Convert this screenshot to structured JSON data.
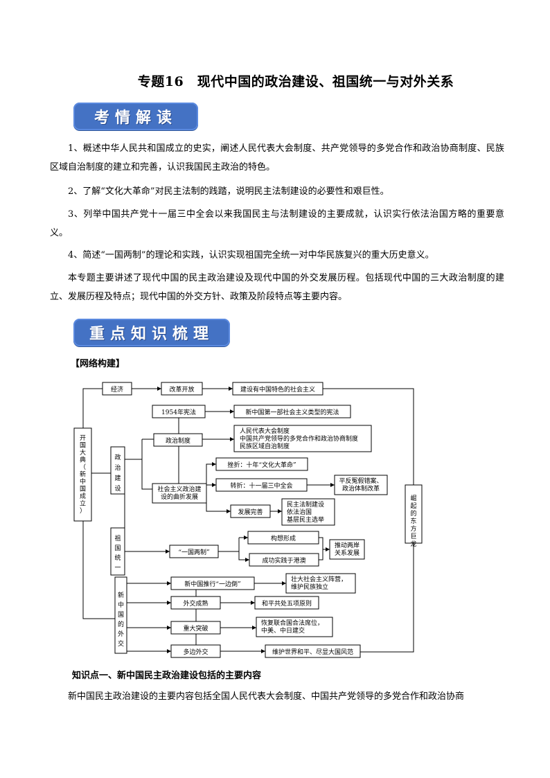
{
  "title": "专题16　现代中国的政治建设、祖国统一与对外关系",
  "banner1": "考情解读",
  "banner2": "重点知识梳理",
  "paragraphs": [
    "1、概述中华人民共和国成立的史实，阐述人民代表大会制度、共产党领导的多党合作和政治协商制度、民族区域自治制度的建立和完善，认识我国民主政治的特色。",
    "2、了解“文化大革命”对民主法制的践踏，说明民主法制建设的必要性和艰巨性。",
    "3、列举中国共产党十一届三中全会以来我国民主与法制建设的主要成就，认识实行依法治国方略的重要意义。",
    "4、简述“一国两制”的理论和实践，认识实现祖国完全统一对中华民族复兴的重大历史意义。",
    "本专题主要讲述了现代中国的民主政治建设及现代中国的外交发展历程。包括现代中国的三大政治制度的建立、发展历程及特点；现代中国的外交方针、政策及阶段特点等主要内容。"
  ],
  "network_label": "【网络构建】",
  "diagram": {
    "left": "开国大典（新中国成立）",
    "right": "崛起的东方巨龙",
    "economy": "经济",
    "reform": "改革开放",
    "socialism": "建设有中国特色的社会主义",
    "politics": "政治建设",
    "constitution": "1954年宪法",
    "constitution_desc": "新中国第一部社会主义类型的宪法",
    "system": "政治制度",
    "system_desc": [
      "人民代表大会制度",
      "中国共产党领导的多党合作和政治协商制度",
      "民族区域自治制度"
    ],
    "twists": [
      "社会主义政治建",
      "设的曲折发展"
    ],
    "setback": "挫折：十年“文化大革命”",
    "turn": "转折：十一届三中全会",
    "turn_desc": [
      "平反冤假错案、",
      "政治体制改革"
    ],
    "develop": "发展完善",
    "develop_desc": [
      "民主法制建设",
      "依法治国",
      "基层民主选举"
    ],
    "reunify": "祖国统一",
    "one_country": "“一国两制”",
    "conceive": "构想形成",
    "practice": "成功实践于港澳",
    "cross_strait": [
      "推动两岸",
      "关系发展"
    ],
    "diplomacy": "新中国的外交",
    "d1": "新中国推行“一边倒”",
    "d1_desc": [
      "壮大社会主义阵营，",
      "维护民族独立"
    ],
    "d2": "外交成熟",
    "d2_desc": "和平共处五项原则",
    "d3": "重大突破",
    "d3_desc": [
      "恢复联合国合法席位，",
      "中美、中日建交"
    ],
    "d4": "多边外交",
    "d4_desc": "维护世界和平、尽显大国风范"
  },
  "point1_title": "知识点一、新中国民主政治建设包括的主要内容",
  "point1_text": "新中国民主政治建设的主要内容包括全国人民代表大会制度、中国共产党领导的多党合作和政治协商"
}
